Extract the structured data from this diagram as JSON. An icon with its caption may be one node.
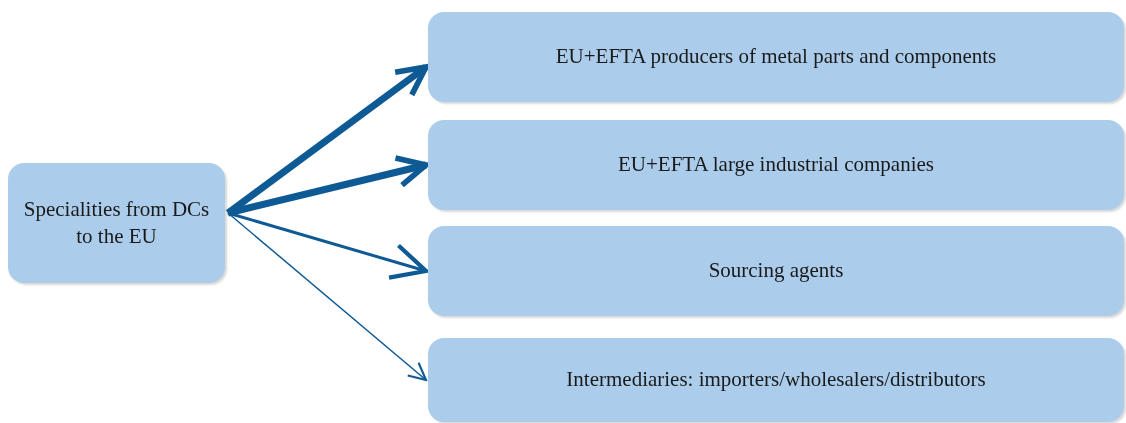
{
  "diagram": {
    "nodes": [
      {
        "text": [
          "Specialities from DCs to the EU"
        ]
      },
      {
        "text": [
          "EU+EFTA producers of metal parts and components"
        ]
      },
      {
        "text": [
          "EU+EFTA large industrial companies"
        ]
      },
      {
        "text": [
          "Sourcing agents"
        ]
      },
      {
        "text": [
          "Intermediaries: importers/wholesalers/distributors"
        ]
      }
    ],
    "edges": [
      {
        "from": 0,
        "to": 1,
        "arrow": "to",
        "style": "thick"
      },
      {
        "from": 0,
        "to": 2,
        "arrow": "to",
        "style": "thick"
      },
      {
        "from": 0,
        "to": 3,
        "arrow": "to"
      },
      {
        "from": 0,
        "to": 4,
        "arrow": "to"
      }
    ]
  }
}
